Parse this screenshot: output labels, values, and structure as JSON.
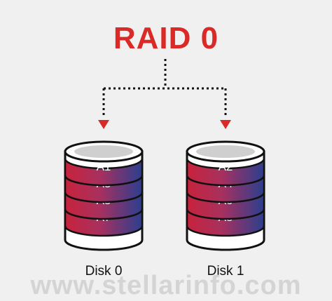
{
  "title": "RAID 0",
  "watermark": "www.stellarinfo.com",
  "colors": {
    "accent_red": "#d92a27",
    "band_left": "#c8233b",
    "band_right": "#2b3f8f",
    "disk_white": "#ffffff",
    "outline": "#111111"
  },
  "disks": [
    {
      "label": "Disk 0",
      "blocks": [
        "A1",
        "A3",
        "A5",
        "A7"
      ]
    },
    {
      "label": "Disk 1",
      "blocks": [
        "A2",
        "A4",
        "A6",
        "A8"
      ]
    }
  ]
}
